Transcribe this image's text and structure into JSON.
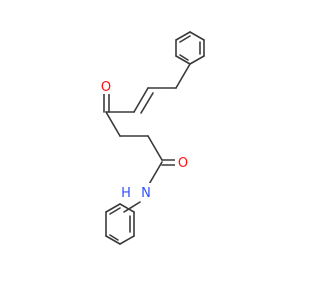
{
  "molecule": {
    "atom_labels": {
      "ketone_oxygen": "O",
      "amide_oxygen": "O",
      "amide_nitrogen": "N",
      "amide_hydrogen": "H"
    },
    "colors": {
      "bond": "#3a3a3a",
      "oxygen": "#ff0d0d",
      "nitrogen": "#3050f8",
      "background": "#ffffff"
    }
  }
}
